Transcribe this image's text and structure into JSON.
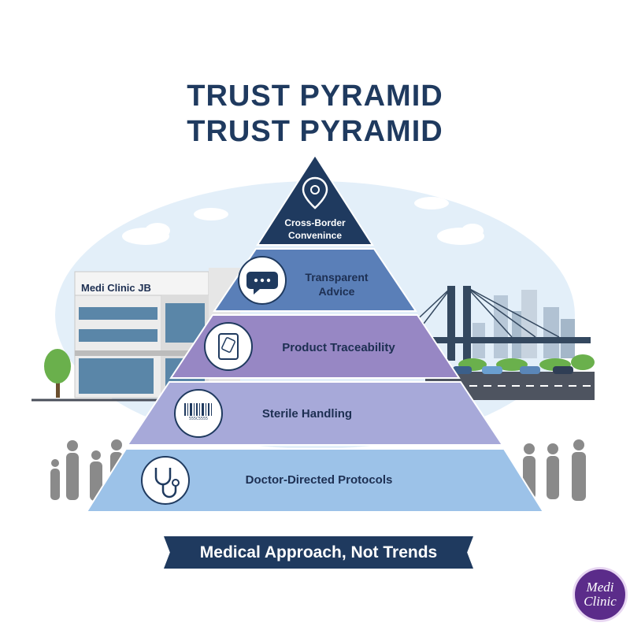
{
  "title_line_1": "TRUST PYRAMID",
  "title_line_2": "TRUST PYRAMID",
  "building_sign": "Medi Clinic JB",
  "tiers": [
    {
      "label": "Cross-Border Convenince",
      "icon": "location-pin-icon",
      "color": "#1f3a5f"
    },
    {
      "label": "Transparent Advice",
      "icon": "chat-bubble-icon",
      "color": "#5a7fb8"
    },
    {
      "label": "Product Traceability",
      "icon": "document-icon",
      "color": "#9787c4"
    },
    {
      "label": "Sterile Handling",
      "icon": "barcode-icon",
      "color": "#a7a9d9"
    },
    {
      "label": "Doctor-Directed Protocols",
      "icon": "stethoscope-icon",
      "color": "#9cc2e8"
    }
  ],
  "barcode_text": "555C5555",
  "banner_text": "Medical Approach, Not Trends",
  "logo": {
    "line1": "Medi",
    "line2": "Clinic"
  },
  "colors": {
    "title": "#1f3a5f",
    "banner": "#1f3a5f",
    "logo": "#5b2c8a",
    "sky": "#e3eff9"
  }
}
